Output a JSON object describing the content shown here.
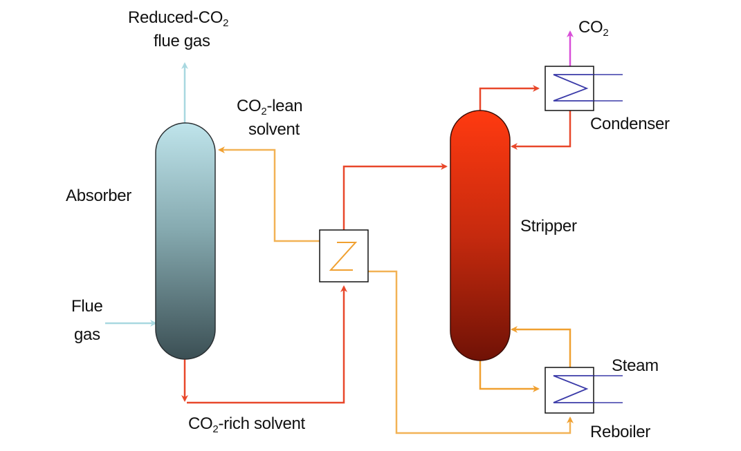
{
  "labels": {
    "reduced_co2_a": "Reduced-CO",
    "reduced_co2_sub": "2",
    "reduced_co2_b": "flue gas",
    "co2_lean_a": "CO",
    "co2_lean_sub": "2",
    "co2_lean_b": "-lean",
    "co2_lean_c": "solvent",
    "absorber": "Absorber",
    "flue_gas_a": "Flue",
    "flue_gas_b": "gas",
    "co2_rich_a": "CO",
    "co2_rich_sub": "2",
    "co2_rich_b": "-rich solvent",
    "co2_out": "CO",
    "co2_out_sub": "2",
    "condenser": "Condenser",
    "stripper": "Stripper",
    "steam": "Steam",
    "reboiler": "Reboiler"
  },
  "colors": {
    "rich_stream": "#e8472a",
    "lean_stream": "#f2b255",
    "hot_stream": "#e8472a",
    "flue_gas_stream": "#a8d8e0",
    "co2_product": "#d84ed8",
    "coil": "#3a3aa8",
    "absorber_top": "#bde3ea",
    "absorber_bottom": "#3f5358",
    "stripper_top": "#ff3a10",
    "stripper_bottom": "#7a1408"
  },
  "icons": {
    "absorber": "column-vessel",
    "stripper": "column-vessel",
    "heat_exchanger": "zigzag-coil-exchanger",
    "condenser": "coil-exchanger",
    "reboiler": "coil-exchanger"
  }
}
